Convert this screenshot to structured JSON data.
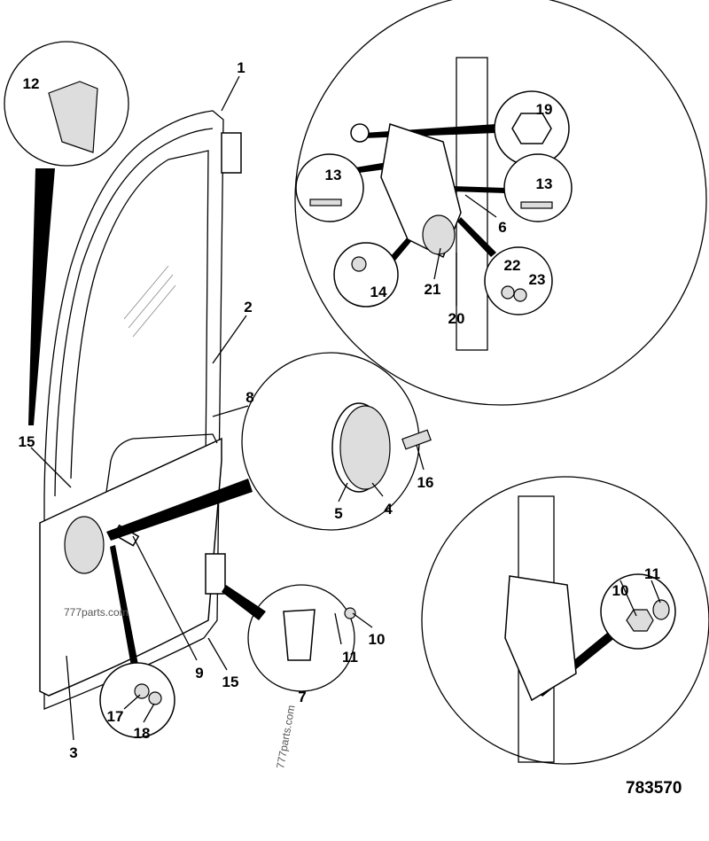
{
  "diagram": {
    "reference_number": "783570",
    "watermark": "777parts.com",
    "callouts": [
      "1",
      "2",
      "3",
      "4",
      "5",
      "6",
      "7",
      "8",
      "9",
      "10",
      "11",
      "12",
      "13",
      "14",
      "15",
      "16",
      "17",
      "18",
      "19",
      "20",
      "21",
      "22",
      "23"
    ],
    "labels": [
      {
        "id": "c1",
        "text": "1"
      },
      {
        "id": "c2",
        "text": "2"
      },
      {
        "id": "c8",
        "text": "8"
      },
      {
        "id": "c15a",
        "text": "15"
      },
      {
        "id": "c15b",
        "text": "15"
      },
      {
        "id": "c12",
        "text": "12"
      },
      {
        "id": "c3",
        "text": "3"
      },
      {
        "id": "c9",
        "text": "9"
      },
      {
        "id": "c17",
        "text": "17"
      },
      {
        "id": "c18",
        "text": "18"
      },
      {
        "id": "c16",
        "text": "16"
      },
      {
        "id": "c5",
        "text": "5"
      },
      {
        "id": "c4",
        "text": "4"
      },
      {
        "id": "c7",
        "text": "7"
      },
      {
        "id": "c11a",
        "text": "11"
      },
      {
        "id": "c10a",
        "text": "10"
      },
      {
        "id": "c19",
        "text": "19"
      },
      {
        "id": "c13a",
        "text": "13"
      },
      {
        "id": "c13b",
        "text": "13"
      },
      {
        "id": "c6",
        "text": "6"
      },
      {
        "id": "c14",
        "text": "14"
      },
      {
        "id": "c21",
        "text": "21"
      },
      {
        "id": "c20",
        "text": "20"
      },
      {
        "id": "c22",
        "text": "22"
      },
      {
        "id": "c23",
        "text": "23"
      },
      {
        "id": "c10b",
        "text": "10"
      },
      {
        "id": "c11b",
        "text": "11"
      }
    ]
  }
}
